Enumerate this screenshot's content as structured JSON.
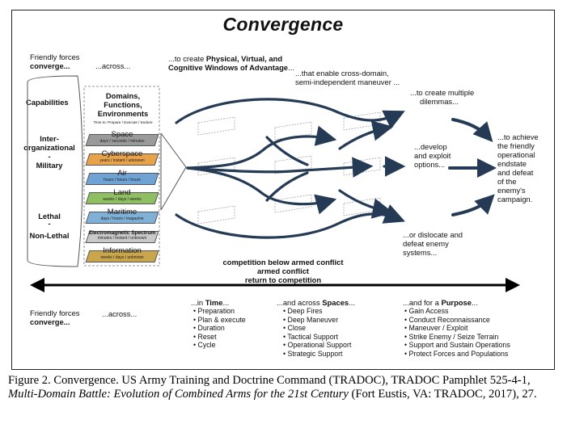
{
  "diagram": {
    "title": "Convergence",
    "friendly_forces_top": "Friendly forces",
    "converge_top": "converge...",
    "across_top": "...across...",
    "to_create_prefix": "...to create",
    "to_create_bold1": "Physical, Virtual, and",
    "to_create_bold2": "Cognitive Windows of Advantage",
    "to_create_suffix": "...",
    "cross_domain_1": "...that enable cross-domain,",
    "cross_domain_2": "semi-independent maneuver ...",
    "dilemmas_1": "...to create multiple",
    "dilemmas_2": "dilemmas...",
    "achieve_lines": [
      "...to achieve",
      "the friendly",
      "operational",
      "endstate",
      "and defeat",
      "of the",
      "enemy's",
      "campaign."
    ],
    "develop_lines": [
      "...develop",
      "and exploit",
      "options..."
    ],
    "dislocate_lines": [
      "...or dislocate and",
      "defeat enemy",
      "systems..."
    ],
    "left_labels": {
      "capabilities": "Capabilities",
      "inter_org_1": "Inter-",
      "inter_org_2": "organizational",
      "dash1": "-",
      "military": "Military",
      "lethal": "Lethal",
      "dash2": "-",
      "non_lethal": "Non-Lethal"
    },
    "domains_header": [
      "Domains,",
      "Functions,",
      "Environments"
    ],
    "domains_header_sub": "Time to: Prepare / Execute / Endure",
    "domains": [
      {
        "name": "Space",
        "sub": "days / seconds / minutes",
        "color": "#9a9a9a"
      },
      {
        "name": "Cyberspace",
        "sub": "years / instant / unknown",
        "color": "#e8a24a"
      },
      {
        "name": "Air",
        "sub": "hours / hours / hours",
        "color": "#6fa3d6"
      },
      {
        "name": "Land",
        "sub": "weeks / days / weeks",
        "color": "#8fbf62"
      },
      {
        "name": "Maritime",
        "sub": "days / hours / magazine",
        "color": "#7fb0d8"
      },
      {
        "name": "Electromagnetic Spectrum",
        "sub": "minutes / instant / unknown",
        "color": "#c9c9c9"
      },
      {
        "name": "Information",
        "sub": "weeks / days / unknown",
        "color": "#c9a64b"
      }
    ],
    "competition_1": "competition below armed conflict",
    "competition_2": "armed conflict",
    "competition_3": "return to competition",
    "friendly_forces_bottom": "Friendly forces",
    "converge_bottom": "converge...",
    "across_bottom": "...across...",
    "time": {
      "heading_prefix": "...in ",
      "heading_bold": "Time",
      "heading_suffix": "...",
      "items": [
        "Preparation",
        "Plan & execute",
        "Duration",
        "Reset",
        "Cycle"
      ]
    },
    "spaces": {
      "heading_prefix": "...and across ",
      "heading_bold": "Spaces",
      "heading_suffix": "...",
      "items": [
        "Deep Fires",
        "Deep Maneuver",
        "Close",
        "Tactical Support",
        "Operational Support",
        "Strategic Support"
      ]
    },
    "purpose": {
      "heading_prefix": "...and for a ",
      "heading_bold": "Purpose",
      "heading_suffix": "...",
      "items": [
        "Gain Access",
        "Conduct Reconnaissance",
        "Maneuver / Exploit",
        "Strike Enemy / Seize Terrain",
        "Support and Sustain Operations",
        "Protect Forces and Populations"
      ]
    }
  },
  "caption": {
    "part1": "Figure 2. Convergence. US Army Training and Doctrine Command (TRADOC), TRADOC Pamphlet 525-4-1, ",
    "italic": "Multi-Domain Battle: Evolution of Combined Arms for the 21st Century",
    "part2": " (Fort Eustis, VA: TRADOC, 2017), 27."
  }
}
